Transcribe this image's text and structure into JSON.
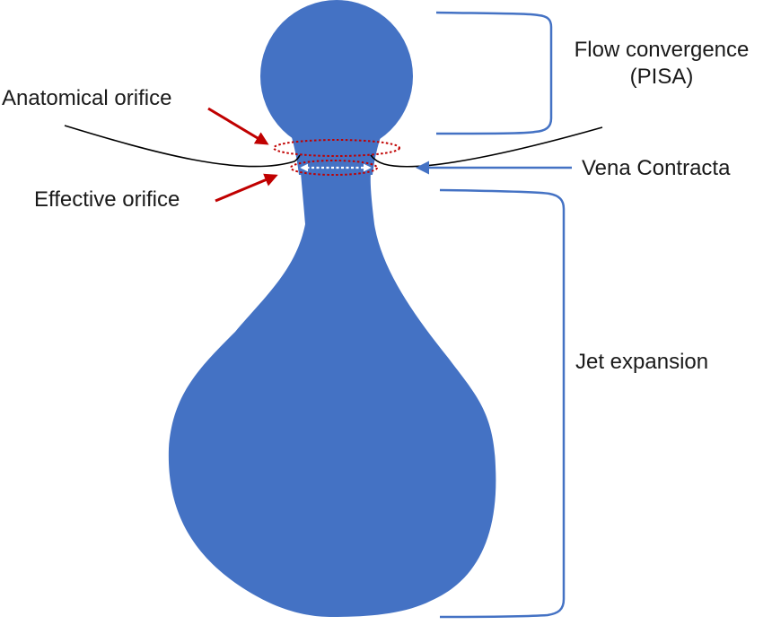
{
  "labels": {
    "anatomical_orifice": "Anatomical orifice",
    "effective_orifice": "Effective orifice",
    "vena_contracta": "Vena Contracta",
    "jet_expansion": "Jet expansion",
    "flow_convergence_line1": "Flow convergence",
    "flow_convergence_line2": "(PISA)"
  },
  "colors": {
    "flow_fill": "#4472C4",
    "bracket": "#4472C4",
    "annotation_arrow": "#C00000",
    "orifice_ring": "#C00000",
    "valve_leaflet": "#000000",
    "vena_contracta_arrow": "#4472C4",
    "effective_width_arrow": "#FFFFFF"
  }
}
